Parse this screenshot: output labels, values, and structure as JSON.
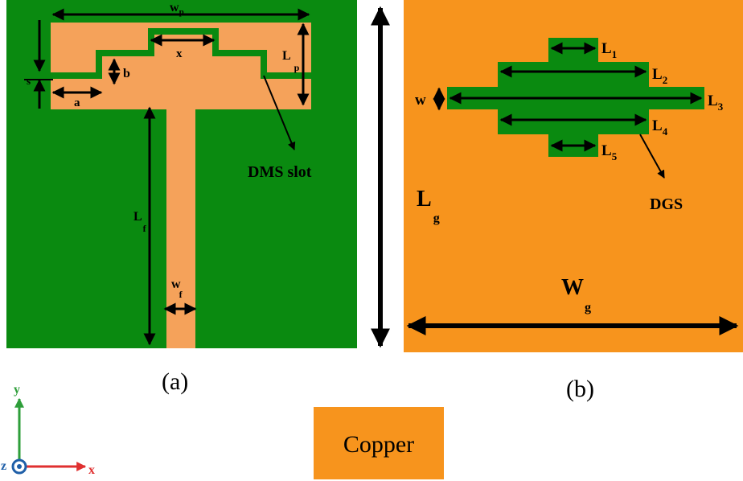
{
  "colors": {
    "substrate": "#0a8a10",
    "copper": "#f7941d",
    "copper_light": "#f5a25a",
    "ink": "#000000",
    "axis_y": "#2e9e3a",
    "axis_x": "#e03030",
    "axis_z": "#1f5fa8"
  },
  "panel_a": {
    "caption": "(a)",
    "labels": {
      "wp": "w",
      "wp_sub": "p",
      "lp": "L",
      "lp_sub": "p",
      "x": "x",
      "b": "b",
      "s": "s",
      "a": "a",
      "lf": "L",
      "lf_sub": "f",
      "wf": "w",
      "wf_sub": "f",
      "slot": "DMS slot"
    }
  },
  "panel_b": {
    "caption": "(b)",
    "labels": {
      "l1": "L",
      "l1_sub": "1",
      "l2": "L",
      "l2_sub": "2",
      "l3": "L",
      "l3_sub": "3",
      "l4": "L",
      "l4_sub": "4",
      "l5": "L",
      "l5_sub": "5",
      "w": "w",
      "dgs": "DGS",
      "lg": "L",
      "lg_sub": "g",
      "wg": "W",
      "wg_sub": "g"
    }
  },
  "legend": {
    "copper": "Copper"
  },
  "axes": {
    "y": "y",
    "x": "x",
    "z": "z"
  }
}
